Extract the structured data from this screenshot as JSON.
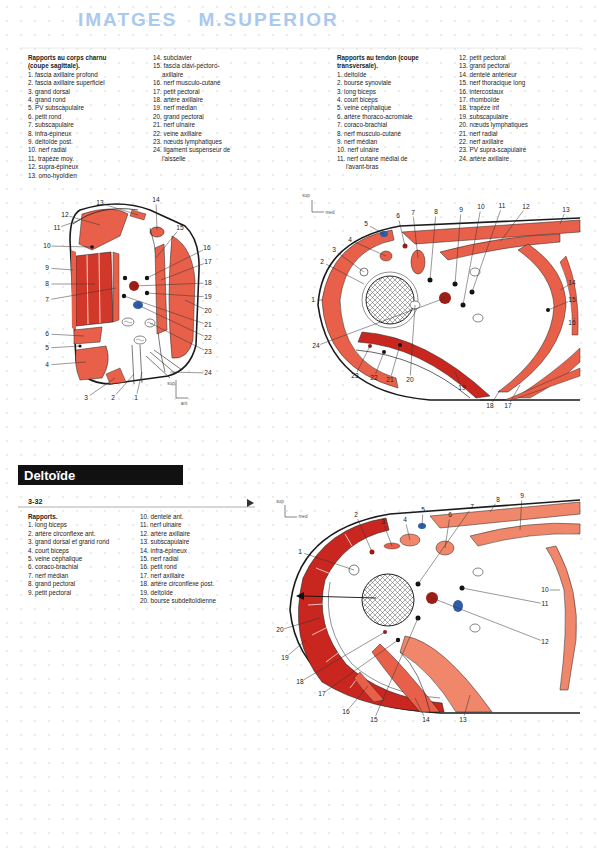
{
  "diagram": {
    "title": "IMATGES M.SUPERIOR",
    "nodes": [
      {
        "text": [
          "Deltoïde"
        ]
      }
    ],
    "labels": [
      "Rapports au corps charnu (coupe sagittale).",
      "1. fascia axillaire profond",
      "2. fascia axillaire superficiel",
      "3. grand dorsal",
      "4. grand rond",
      "5. PV subscapulaire",
      "6. petit rond",
      "7. subscapulaire",
      "8. infra-épineux",
      "9. deltoïde post.",
      "10. nerf radial",
      "11. trapèze moy.",
      "12. supra-épineux",
      "13. omo-hyoïdien",
      "14. subclavier",
      "15. fascia clavi-pectoro-axillaire",
      "16. nerf musculo-cutané",
      "17. petit pectoral",
      "18. artère axillaire",
      "19. nerf médian",
      "20. grand pectoral",
      "21. nerf ulnaire",
      "22. veine axillaire",
      "23. nœuds lymphatiques",
      "24. ligament suspenseur de l'aisselle",
      "Rapports au tendon (coupe transversale).",
      "1. deltoïde",
      "2. bourse synoviale",
      "3. long biceps",
      "4. court biceps",
      "5. veine céphalique",
      "6. artère thoraco-acromiale",
      "7. coraco-brachial",
      "8. nerf musculo-cutané",
      "9. nerf médian",
      "10. nerf ulnaire",
      "11. nerf cutané médial de l'avant-bras",
      "12. petit pectoral",
      "13. grand pectoral",
      "14. dentelé antérieur",
      "15. nerf thoracique long",
      "16. intercostaux",
      "17. rhomboïde",
      "18. trapèze inf",
      "19. subscapulaire",
      "20. nœuds lymphatiques",
      "21. nerf radial",
      "22. nerf axillaire",
      "23. PV supra-scapulaire",
      "24. artère axillaire",
      "3-32",
      "Rapports.",
      "1. long biceps",
      "2. artère circonflexe ant.",
      "3. grand dorsal et grand rond",
      "4. court biceps",
      "5. veine céphalique",
      "6. coraco-brachial",
      "7. nerf médian",
      "8. grand pectoral",
      "9. petit pectoral",
      "10. dentelé ant.",
      "11. nerf ulnaire",
      "12. artère axillaire",
      "13. subscapulaire",
      "14. infra-épineux",
      "15. nerf radial",
      "16. petit rond",
      "17. nerf axillaire",
      "18. artère circonflexe post.",
      "19. deltoïde",
      "20. bourse subdeltoïdienne",
      "1",
      "2",
      "3",
      "4",
      "5",
      "6",
      "7",
      "8",
      "9",
      "10",
      "11",
      "12",
      "13",
      "14",
      "15",
      "16",
      "17",
      "18",
      "19",
      "20",
      "21",
      "22",
      "23",
      "24",
      "sup",
      "ant",
      "1",
      "2",
      "3",
      "4",
      "5",
      "6",
      "7",
      "8",
      "9",
      "10",
      "11",
      "12",
      "13",
      "14",
      "15",
      "16",
      "17",
      "18",
      "19",
      "20",
      "21",
      "22",
      "23",
      "24",
      "sup",
      "med",
      "1",
      "2",
      "3",
      "4",
      "5",
      "6",
      "7",
      "8",
      "9",
      "10",
      "11",
      "12",
      "13",
      "14",
      "15",
      "16",
      "17",
      "18",
      "19",
      "20",
      "sup",
      "med"
    ]
  }
}
